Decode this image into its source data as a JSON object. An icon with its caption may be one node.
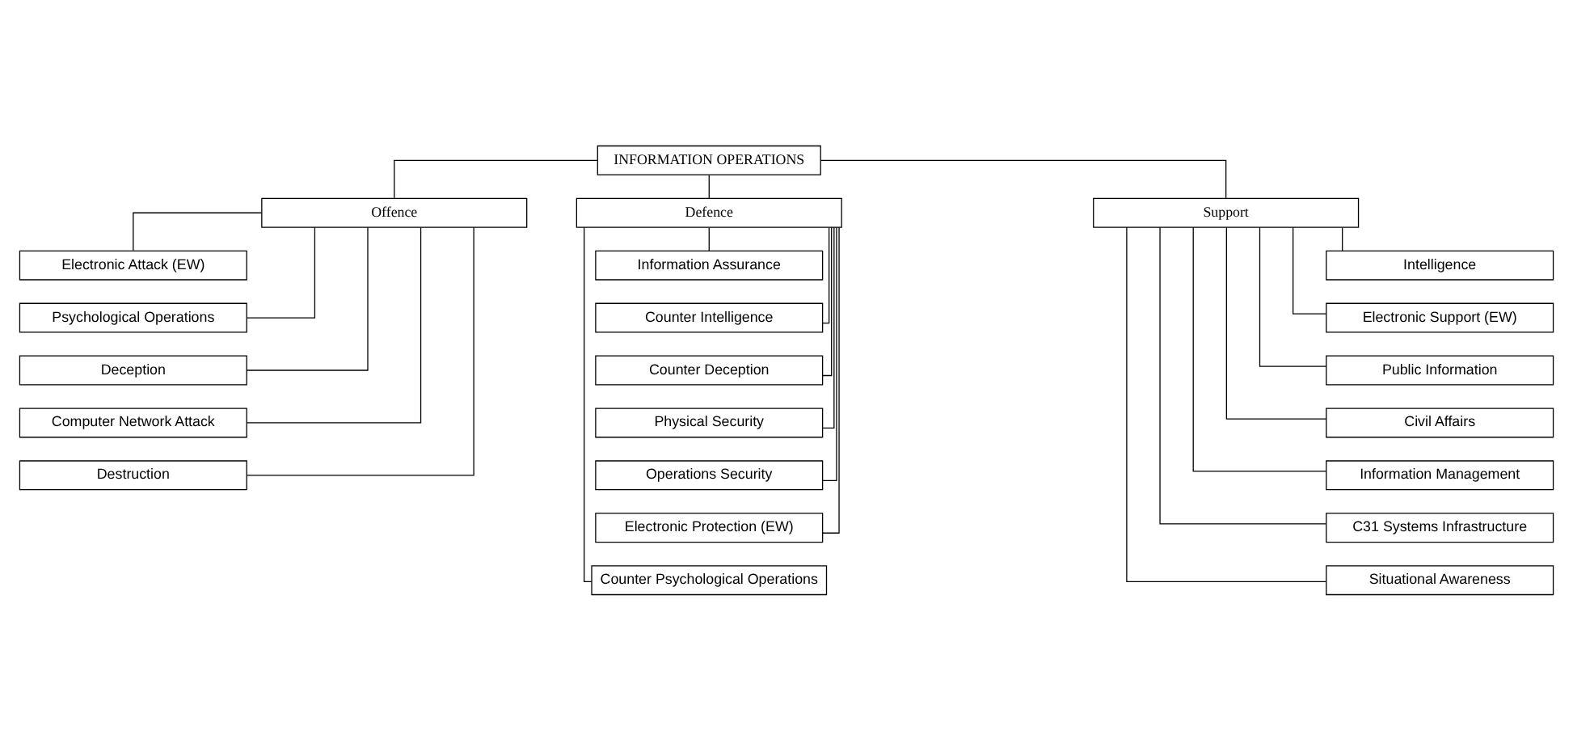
{
  "diagram": {
    "nodes": [
      {
        "text": [
          "INFORMATION OPERATIONS"
        ]
      },
      {
        "text": [
          "Offence"
        ]
      },
      {
        "text": [
          "Electronic Attack (EW)"
        ]
      },
      {
        "text": [
          "Psychological Operations"
        ]
      },
      {
        "text": [
          "Deception"
        ]
      },
      {
        "text": [
          "Computer Network Attack"
        ]
      },
      {
        "text": [
          "Destruction"
        ]
      },
      {
        "text": [
          "Defence"
        ]
      },
      {
        "text": [
          "Information Assurance"
        ]
      },
      {
        "text": [
          "Counter Intelligence"
        ]
      },
      {
        "text": [
          "Counter Deception"
        ]
      },
      {
        "text": [
          "Physical Security"
        ]
      },
      {
        "text": [
          "Operations Security"
        ]
      },
      {
        "text": [
          "Electronic Protection (EW)"
        ]
      },
      {
        "text": [
          "Counter Psychological Operations"
        ]
      },
      {
        "text": [
          "Support"
        ]
      },
      {
        "text": [
          "Intelligence"
        ]
      },
      {
        "text": [
          "Electronic Support (EW)"
        ]
      },
      {
        "text": [
          "Public Information"
        ]
      },
      {
        "text": [
          "Civil Affairs"
        ]
      },
      {
        "text": [
          "Information Management"
        ]
      },
      {
        "text": [
          "C31 Systems Infrastructure"
        ]
      },
      {
        "text": [
          "Situational Awareness"
        ]
      }
    ],
    "edges": [
      {
        "from": 0,
        "to": 1,
        "arrow": "none"
      },
      {
        "from": 0,
        "to": 7,
        "arrow": "none"
      },
      {
        "from": 0,
        "to": 15,
        "arrow": "none"
      },
      {
        "from": 1,
        "to": 2,
        "arrow": "none"
      },
      {
        "from": 1,
        "to": 3,
        "arrow": "none"
      },
      {
        "from": 1,
        "to": 4,
        "arrow": "none"
      },
      {
        "from": 1,
        "to": 5,
        "arrow": "none"
      },
      {
        "from": 1,
        "to": 6,
        "arrow": "none"
      },
      {
        "from": 7,
        "to": 8,
        "arrow": "none"
      },
      {
        "from": 7,
        "to": 9,
        "arrow": "none"
      },
      {
        "from": 7,
        "to": 10,
        "arrow": "none"
      },
      {
        "from": 7,
        "to": 11,
        "arrow": "none"
      },
      {
        "from": 7,
        "to": 12,
        "arrow": "none"
      },
      {
        "from": 7,
        "to": 13,
        "arrow": "none"
      },
      {
        "from": 7,
        "to": 14,
        "arrow": "none"
      },
      {
        "from": 15,
        "to": 16,
        "arrow": "none"
      },
      {
        "from": 15,
        "to": 17,
        "arrow": "none"
      },
      {
        "from": 15,
        "to": 18,
        "arrow": "none"
      },
      {
        "from": 15,
        "to": 19,
        "arrow": "none"
      },
      {
        "from": 15,
        "to": 20,
        "arrow": "none"
      },
      {
        "from": 15,
        "to": 21,
        "arrow": "none"
      },
      {
        "from": 15,
        "to": 22,
        "arrow": "none"
      }
    ]
  }
}
